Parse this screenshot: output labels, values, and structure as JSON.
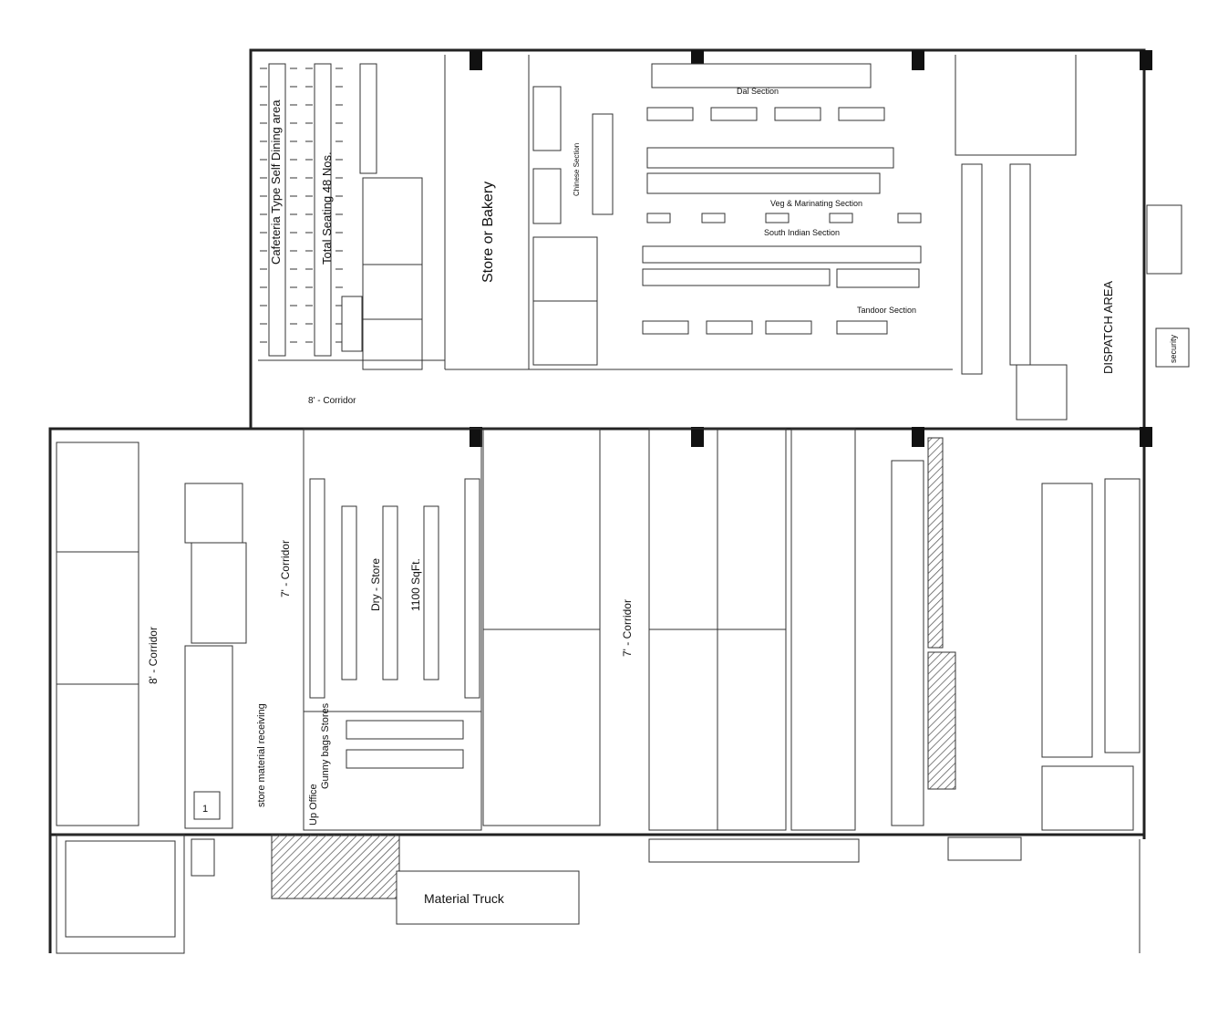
{
  "labels": {
    "cafeteria": "Cafeteria Type Self Dining area",
    "seating": "Total Seating 48 Nos.",
    "store_bakery": "Store or Bakery",
    "corridor_8_top": "8' - Corridor",
    "corridor_8_left": "8' - Corridor",
    "corridor_7_mid": "7' - Corridor",
    "corridor_7_right": "7' - Corridor",
    "dry_store": "Dry - Store",
    "dry_store_area": "1100 SqFt.",
    "dispatch": "DISPATCH AREA",
    "security_right": "security",
    "gunny_bags": "Gunny bags Stores",
    "up_office": "Up Office",
    "receiving": "store material receiving",
    "material_truck": "Material Truck",
    "room_number": "1",
    "tandoor_section": "Tandoor Section",
    "dal_section": "Dal Section",
    "veg_section": "Veg & Marinating Section",
    "south_indian": "South Indian Section",
    "chinese": "Chinese Section"
  }
}
